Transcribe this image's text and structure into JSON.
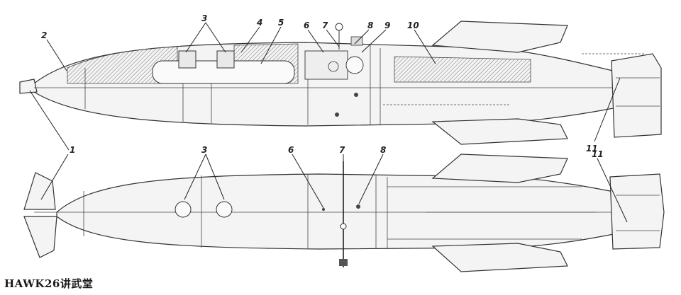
{
  "figure": {
    "callouts": [
      {
        "id": "c1",
        "text": "1"
      },
      {
        "id": "c2",
        "text": "2"
      },
      {
        "id": "c3",
        "text": "3"
      },
      {
        "id": "c4",
        "text": "4"
      },
      {
        "id": "c5",
        "text": "5"
      },
      {
        "id": "c6",
        "text": "6"
      },
      {
        "id": "c7",
        "text": "7"
      },
      {
        "id": "c8",
        "text": "8"
      },
      {
        "id": "c9",
        "text": "9"
      },
      {
        "id": "c10",
        "text": "10"
      },
      {
        "id": "c11",
        "text": "11"
      }
    ],
    "bottom_callouts": [
      {
        "id": "b1",
        "text": "1"
      },
      {
        "id": "b3",
        "text": "3"
      },
      {
        "id": "b6",
        "text": "6"
      },
      {
        "id": "b7",
        "text": "7"
      },
      {
        "id": "b8",
        "text": "8"
      },
      {
        "id": "b11",
        "text": "11"
      }
    ]
  },
  "watermark": "HAWK26讲武堂"
}
